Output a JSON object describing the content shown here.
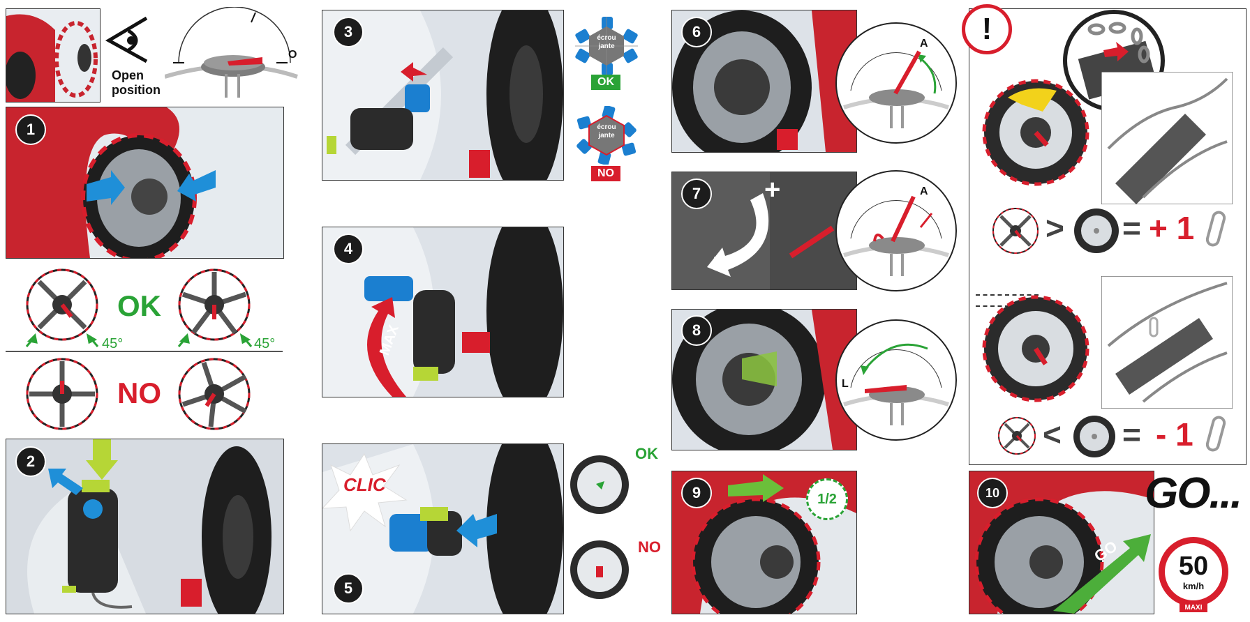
{
  "header": {
    "open_position_line1": "Open",
    "open_position_line2": "position",
    "dial_mark": "O"
  },
  "steps": [
    "1",
    "2",
    "3",
    "4",
    "5",
    "6",
    "7",
    "8",
    "9",
    "10"
  ],
  "wheel_check": {
    "ok": "OK",
    "no": "NO",
    "angle": "45°"
  },
  "nut_check": {
    "nut_text_line1": "écrou",
    "nut_text_line2": "jante",
    "ok": "OK",
    "no": "NO"
  },
  "step4": {
    "max": "MAX"
  },
  "step5": {
    "clic": "CLIC",
    "ok": "OK",
    "no": "NO"
  },
  "step6": {
    "dial_mark": "A"
  },
  "step7": {
    "dial_mark": "A",
    "plus": "+",
    "minus": "-"
  },
  "step8": {
    "dial_mark": "L"
  },
  "step9": {
    "fraction": "1/2"
  },
  "warning": {
    "symbol": "!",
    "greater": ">",
    "less": "<",
    "equals": "=",
    "plus_one": "+ 1",
    "minus_one": "- 1"
  },
  "step10": {
    "go": "GO",
    "go_big": "GO..."
  },
  "speed_sign": {
    "value": "50",
    "unit": "km/h",
    "maxi": "MAXI"
  },
  "colors": {
    "accent_red": "#d81e2c",
    "ok_green": "#2aa336",
    "arrow_blue": "#1f8fd8",
    "nut_blue": "#1b7fd0",
    "yellow": "#f2d21b",
    "lime": "#b6d636"
  }
}
